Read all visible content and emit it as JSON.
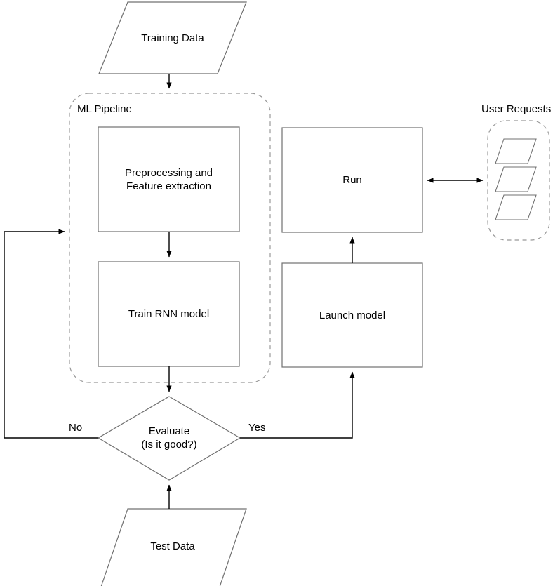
{
  "diagram": {
    "type": "flowchart",
    "title": "ML Pipeline training and serving flow",
    "background_color": "#ffffff",
    "shape_stroke_color": "#666666",
    "connector_color": "#000000",
    "text_color": "#000000"
  },
  "nodes": {
    "training_data": {
      "label": "Training Data",
      "shape": "parallelogram"
    },
    "preprocessing": {
      "label": "Preprocessing and\nFeature extraction",
      "shape": "rectangle"
    },
    "train_model": {
      "label": "Train RNN model",
      "shape": "rectangle"
    },
    "evaluate": {
      "label": "Evaluate\n(Is it good?)",
      "shape": "diamond"
    },
    "test_data": {
      "label": "Test Data",
      "shape": "parallelogram"
    },
    "launch_model": {
      "label": "Launch model",
      "shape": "rectangle"
    },
    "run": {
      "label": "Run",
      "shape": "rectangle"
    }
  },
  "groups": {
    "ml_pipeline": {
      "label": "ML Pipeline",
      "shape": "dashed-rounded-rect"
    },
    "user_requests": {
      "label": "User Requests",
      "shape": "dashed-rounded-rect",
      "item_count": 3,
      "item_shape": "parallelogram"
    }
  },
  "edge_labels": {
    "no": "No",
    "yes": "Yes"
  },
  "edges": [
    {
      "from": "training_data",
      "to": "ml_pipeline",
      "label": ""
    },
    {
      "from": "preprocessing",
      "to": "train_model",
      "label": ""
    },
    {
      "from": "ml_pipeline",
      "to": "evaluate",
      "label": ""
    },
    {
      "from": "test_data",
      "to": "evaluate",
      "label": ""
    },
    {
      "from": "evaluate",
      "to": "ml_pipeline",
      "label": "No"
    },
    {
      "from": "evaluate",
      "to": "launch_model",
      "label": "Yes"
    },
    {
      "from": "launch_model",
      "to": "run",
      "label": ""
    },
    {
      "from": "run",
      "to": "user_requests",
      "label": "",
      "bidirectional": true
    }
  ]
}
